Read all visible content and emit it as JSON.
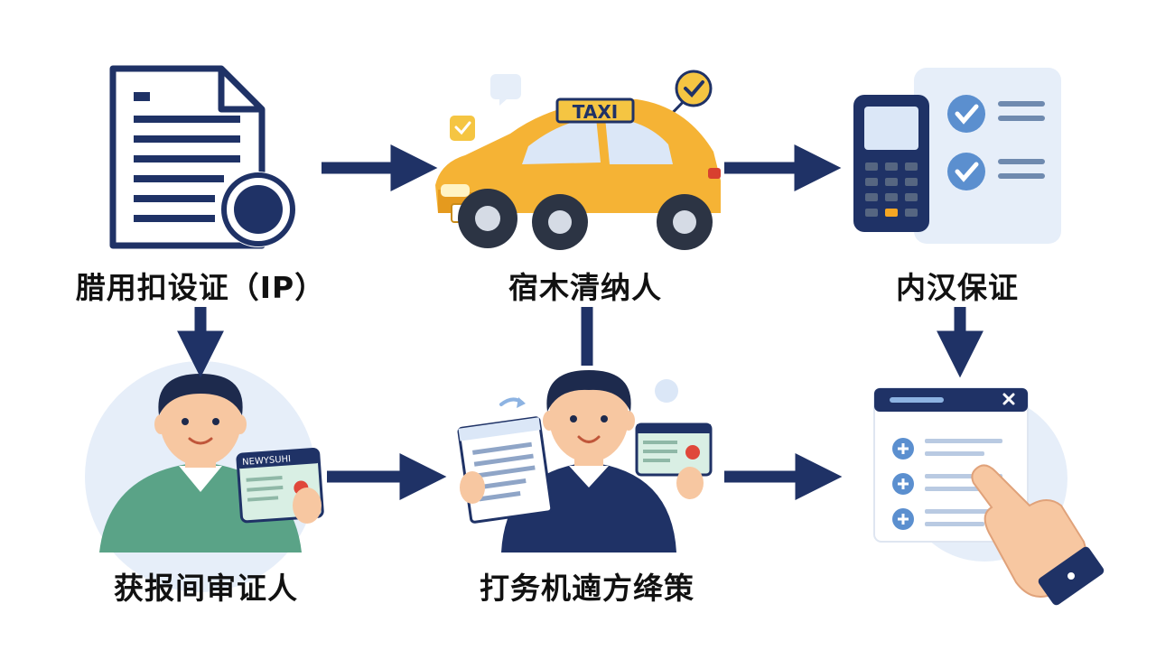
{
  "steps": [
    {
      "id": "document",
      "label": "腊用扣设证（IP）",
      "icon": "document-seal-icon"
    },
    {
      "id": "taxi",
      "label": "宿木清纳人",
      "icon": "taxi-icon",
      "sign_text": "TAXI"
    },
    {
      "id": "pos",
      "label": "内汉保证",
      "icon": "pos-terminal-checklist-icon"
    },
    {
      "id": "person-card",
      "label": "获报间审证人",
      "icon": "person-with-id-card-icon",
      "card_text": "NEWYSUHI"
    },
    {
      "id": "person-docs",
      "label": "打务机遖方绛策",
      "icon": "person-with-documents-icon"
    },
    {
      "id": "app",
      "label": "",
      "icon": "app-window-pointer-icon"
    }
  ],
  "colors": {
    "navy": "#1f3266",
    "yellow": "#f5b335",
    "green": "#5aa387",
    "light": "#e6eef9"
  }
}
